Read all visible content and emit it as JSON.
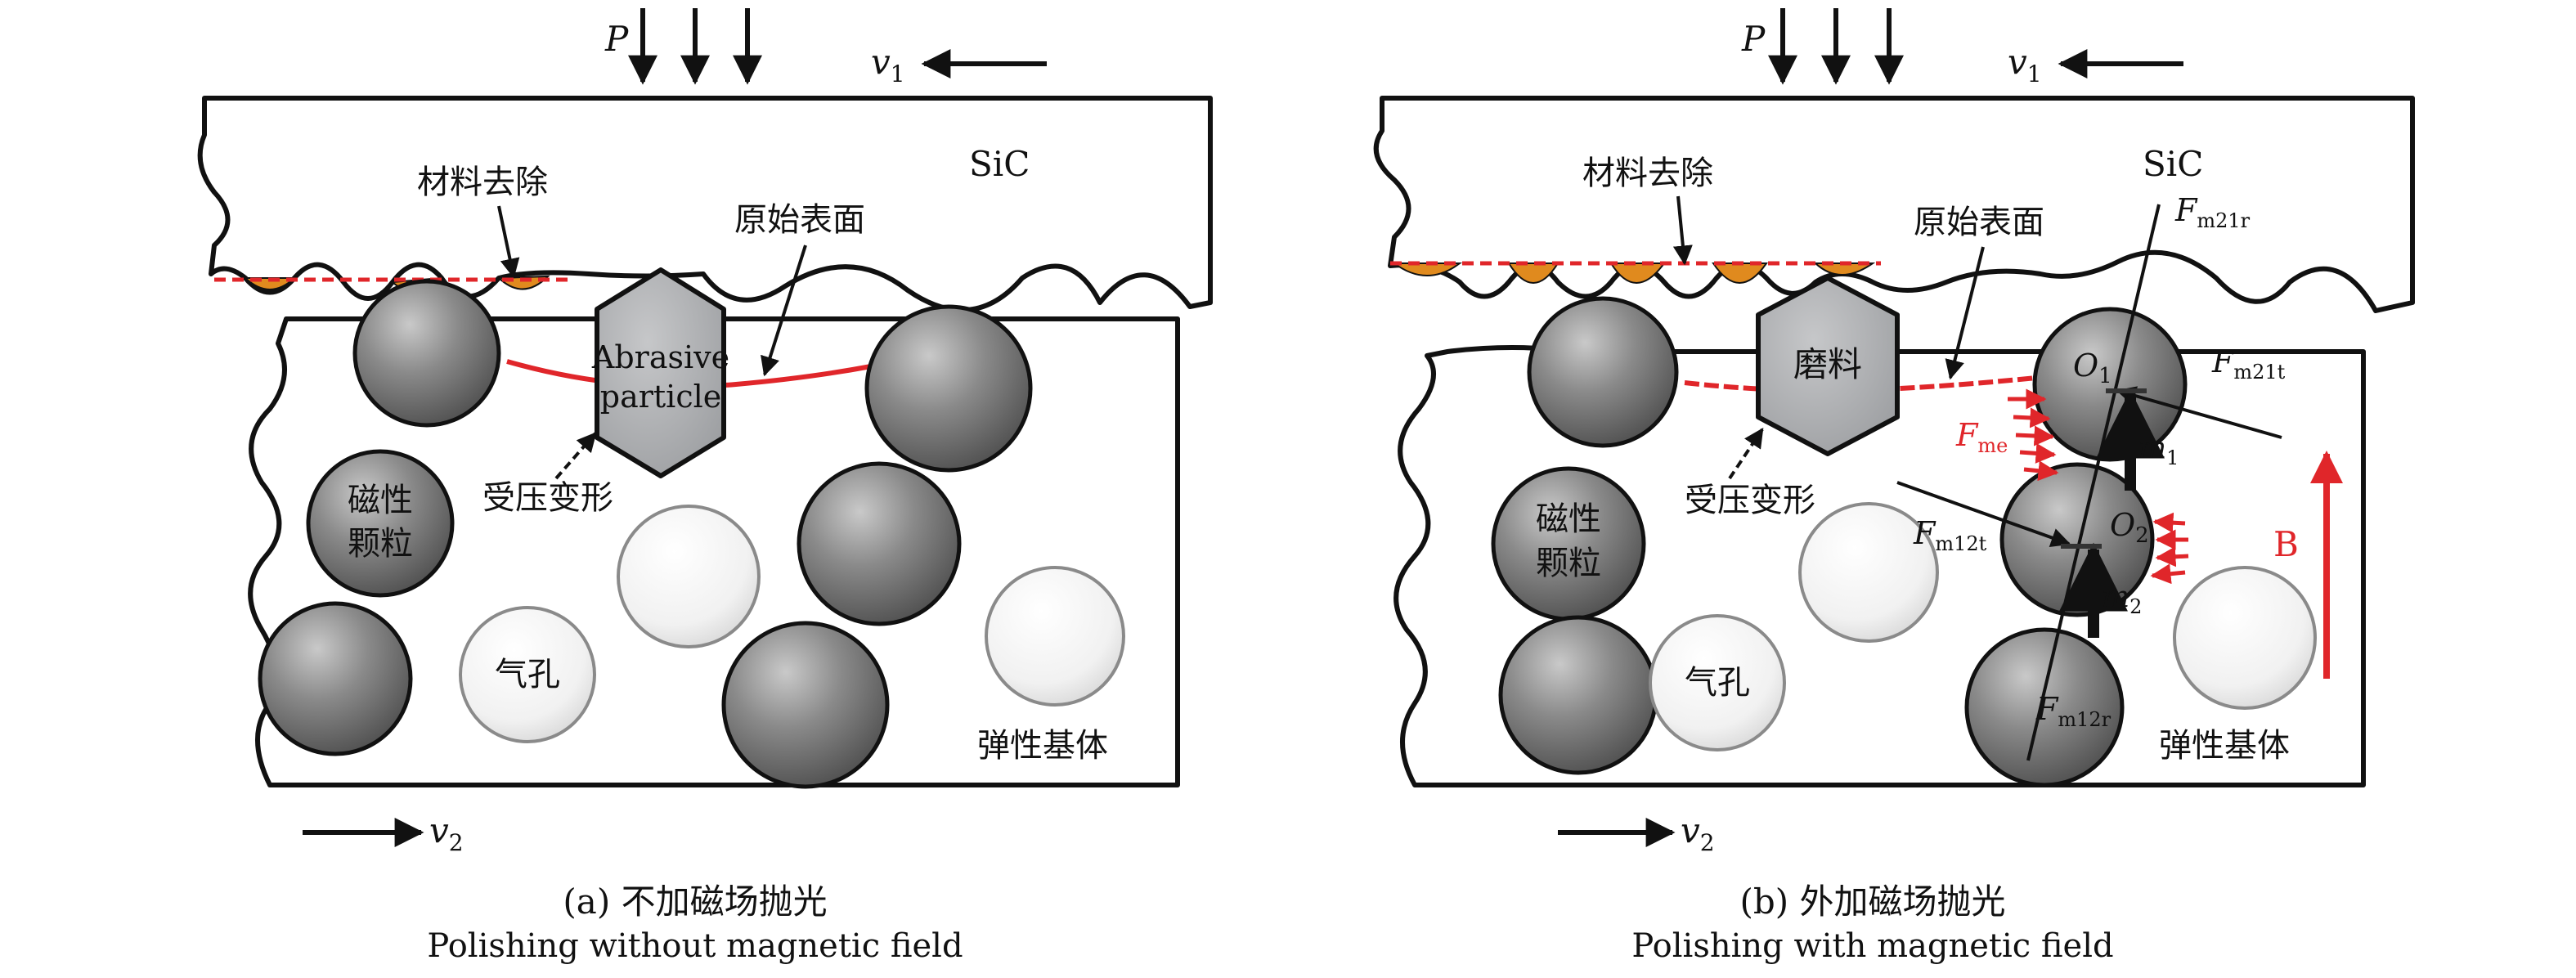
{
  "panel_a": {
    "force_label": "P",
    "velocity_top": "v",
    "velocity_top_sub": "1",
    "velocity_bottom": "v",
    "velocity_bottom_sub": "2",
    "material_label": "SiC",
    "removal_label": "材料去除",
    "original_surface_label": "原始表面",
    "abrasive_line1": "Abrasive",
    "abrasive_line2": "particle",
    "deformation_label": "受压变形",
    "magnetic_particle_line1": "磁性",
    "magnetic_particle_line2": "颗粒",
    "pore_label": "气孔",
    "matrix_label": "弹性基体",
    "caption_zh": "(a) 不加磁场抛光",
    "caption_en": "Polishing without magnetic field"
  },
  "panel_b": {
    "force_label": "P",
    "velocity_top": "v",
    "velocity_top_sub": "1",
    "velocity_bottom": "v",
    "velocity_bottom_sub": "2",
    "material_label": "SiC",
    "removal_label": "材料去除",
    "original_surface_label": "原始表面",
    "abrasive_label": "磨料",
    "deformation_label": "受压变形",
    "magnetic_particle_line1": "磁性",
    "magnetic_particle_line2": "颗粒",
    "pore_label": "气孔",
    "matrix_label": "弹性基体",
    "field_label": "B",
    "o1": "O",
    "o1_sub": "1",
    "o2": "O",
    "o2_sub": "2",
    "m1": "m",
    "m1_sub": "1",
    "m2": "m",
    "m2_sub": "2",
    "f_me": "F",
    "f_me_sub": "me",
    "f_m21r": "F",
    "f_m21r_sub": "m21r",
    "f_m21t": "F",
    "f_m21t_sub": "m21t",
    "f_m12t": "F",
    "f_m12t_sub": "m12t",
    "f_m12r": "F",
    "f_m12r_sub": "m12r",
    "caption_zh": "(b) 外加磁场抛光",
    "caption_en": "Polishing with  magnetic field"
  },
  "colors": {
    "outline": "#111111",
    "removed_material": "#e08a1e",
    "surface_red": "#e0262a",
    "magnetic_particle": "#6e6e6e",
    "abrasive": "#a9abae",
    "field_arrow": "#e0262a"
  }
}
